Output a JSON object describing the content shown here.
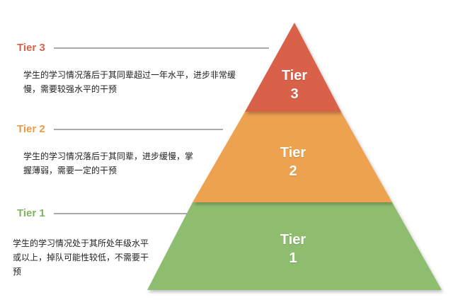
{
  "colors": {
    "tier3": "#d9614a",
    "tier2": "#eda24f",
    "tier1": "#8fbd70",
    "tier3_title": "#d9614a",
    "tier2_title": "#e89a44",
    "tier1_title": "#7fb35e",
    "leader_line": "#555555"
  },
  "tiers": [
    {
      "title": "Tier 3",
      "description": "学生的学习情况落后于其同辈超过一年水平，进步非常缓慢，需要较强水平的干预",
      "label_word": "Tier",
      "label_num": "3"
    },
    {
      "title": "Tier 2",
      "description": "学生的学习情况落后于其同辈，进步缓慢，掌握薄弱，需要一定的干预",
      "label_word": "Tier",
      "label_num": "2"
    },
    {
      "title": "Tier 1",
      "description": "学生的学习情况处于其所处年级水平或以上，掉队可能性较低，不需要干预",
      "label_word": "Tier",
      "label_num": "1"
    }
  ]
}
